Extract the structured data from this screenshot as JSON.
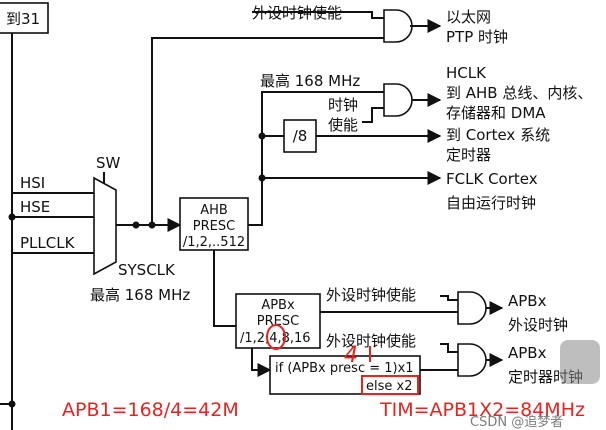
{
  "top_left": {
    "partial_box_label": "到31"
  },
  "clock_sources": {
    "hsi": "HSI",
    "hse": "HSE",
    "pllclk": "PLLCLK"
  },
  "switch": {
    "label": "SW",
    "output": "SYSCLK",
    "max": "最高 168 MHz"
  },
  "ptp": {
    "enable": "外设时钟使能",
    "out_line1": "以太网",
    "out_line2": "PTP 时钟"
  },
  "ahb": {
    "line1": "AHB",
    "line2": "PRESC",
    "line3": "/1,2,..512",
    "max": "最高 168 MHz",
    "clock_enable_line1": "时钟",
    "clock_enable_line2": "使能",
    "div8": "/8",
    "hclk_line1": "HCLK",
    "hclk_line2": "到 AHB 总线、内核、",
    "hclk_line3": "存储器和 DMA",
    "cortex_line1": "到 Cortex 系统",
    "cortex_line2": "定时器",
    "fclk_line1": "FCLK Cortex",
    "fclk_line2": "自由运行时钟"
  },
  "apb": {
    "line1": "APBx",
    "line2": "PRESC",
    "line3_a": "/1,2,",
    "line3_b": "4",
    "line3_c": ",8,16",
    "periph_enable": "外设时钟使能",
    "periph_out_line1": "APBx",
    "periph_out_line2": "外设时钟",
    "timer_enable": "外设时钟使能",
    "cond_line1": "if (APBx presc = 1)x1",
    "cond_line2": "else x2",
    "timer_out_line1": "APBx",
    "timer_out_line2": "定时器时钟"
  },
  "annotations": {
    "handwritten_4": "4",
    "apb1_formula": "APB1=168/4=42M",
    "tim_formula": "TIM=APB1X2=84MHz",
    "watermark": "CSDN @追梦者"
  },
  "colors": {
    "line": "#111111",
    "annotation": "#e8231f",
    "background": "#ffffff"
  }
}
